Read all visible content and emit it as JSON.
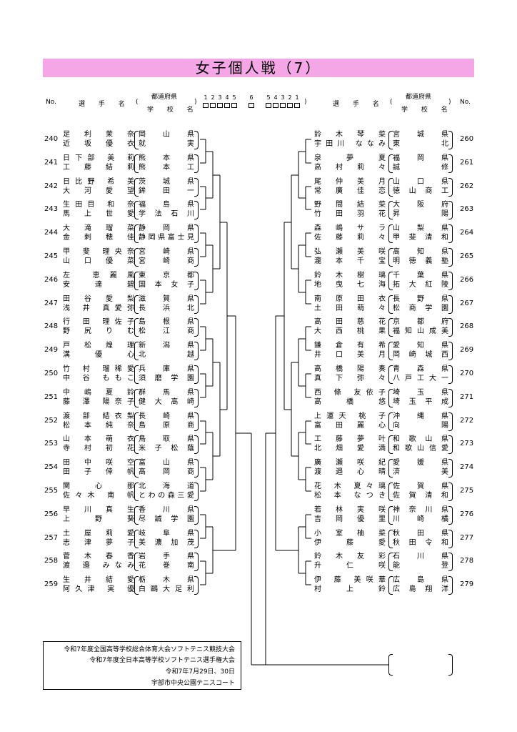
{
  "title": "女子個人戦（7）",
  "header": {
    "no_left": "No.",
    "no_right": "No.",
    "player_label": "選 手 名",
    "pref_label": "都道府県",
    "school_label": "学 校 名",
    "rounds_left": [
      "1",
      "2",
      "3",
      "4",
      "5",
      "6"
    ],
    "rounds_right": [
      "5",
      "4",
      "3",
      "2",
      "1"
    ]
  },
  "left": [
    {
      "no": "240",
      "p1": "足 利 茉 奈",
      "p2": "近 坂 優 衣",
      "s1": "岡 山 県",
      "s2": "就 実"
    },
    {
      "no": "241",
      "p1": "日下部 美 莉",
      "p2": "工 藤 結 莉",
      "s1": "熊 本 県",
      "s2": "熊 本 工"
    },
    {
      "no": "242",
      "p1": "日比野 希 美",
      "p2": "大 河 愛 望",
      "s1": "茨 城 県",
      "s2": "鉾 田 一"
    },
    {
      "no": "243",
      "p1": "生田目 和 奈",
      "p2": "馬 上 世 愛",
      "s1": "福 島 県",
      "s2": "学法石川"
    },
    {
      "no": "244",
      "p1": "大 滝 瑠 菜",
      "p2": "金 剌 穂 佳",
      "s1": "静 岡 県",
      "s2": "静岡県富士見"
    },
    {
      "no": "245",
      "p1": "甲 斐 理央奈",
      "p2": "山 口 優 菜",
      "s1": "宮 崎 県",
      "s2": "宮 崎 商"
    },
    {
      "no": "246",
      "p1": "左 恵麗風",
      "p2": "安 達 碧",
      "s1": "東 京 都",
      "s2": "国本女子"
    },
    {
      "no": "247",
      "p1": "田 谷 愛 梨",
      "p2": "浅 井 真愛弥",
      "s1": "滋 賀 県",
      "s2": "長 浜 北"
    },
    {
      "no": "248",
      "p1": "行 田 理佐子",
      "p2": "野 尻 り む",
      "s1": "島 根 県",
      "s2": "松 江 商"
    },
    {
      "no": "249",
      "p1": "戸 松 煌 理",
      "p2": "溝 優 心",
      "s1": "新 潟 県",
      "s2": "北 越"
    },
    {
      "no": "250",
      "p1": "竹 村 瑠稀愛",
      "p2": "中 谷 ももこ",
      "s1": "兵 庫 県",
      "s2": "須磨学園"
    },
    {
      "no": "251",
      "p1": "中 嶋 夏 鈴",
      "p2": "藤 澤 陽奈子",
      "s1": "群 馬 県",
      "s2": "健大高崎"
    },
    {
      "no": "252",
      "p1": "渡 部 結衣梨",
      "p2": "松 本 純 奈",
      "s1": "長 崎 県",
      "s2": "島 原 商"
    },
    {
      "no": "253",
      "p1": "山 本 萌 衣",
      "p2": "寺 村 初 花",
      "s1": "鳥 取 県",
      "s2": "米子松蔭"
    },
    {
      "no": "254",
      "p1": "田 中 咲 空",
      "p2": "田 子 倖 帆",
      "s1": "富 山 県",
      "s2": "高 岡 商"
    },
    {
      "no": "255",
      "p1": "関 心 那",
      "p2": "佐々木 南 帆",
      "s1": "北 海 道",
      "s2": "とわの森三愛"
    },
    {
      "no": "256",
      "p1": "早 川 真 生",
      "p2": "上 野 葵",
      "s1": "香 川 県",
      "s2": "尽誠学園"
    },
    {
      "no": "257",
      "p1": "土 屋 莉 愛",
      "p2": "志 津 夢 子",
      "s1": "岐 阜 県",
      "s2": "美濃加茂"
    },
    {
      "no": "258",
      "p1": "菅 木 春 香",
      "p2": "渡 邉 みなみ",
      "s1": "岩 手 県",
      "s2": "花 巻 南"
    },
    {
      "no": "259",
      "p1": "生 井 結 愛",
      "p2": "阿久津 実 優",
      "s1": "栃 木 県",
      "s2": "白鷗大足利"
    }
  ],
  "right": [
    {
      "no": "260",
      "p1": "鈴 木 琴 菜",
      "p2": "宇田川 ななみ",
      "s1": "宮 城 県",
      "s2": "東 北"
    },
    {
      "no": "261",
      "p1": "泉 夢 夏",
      "p2": "高 村 莉 々",
      "s1": "福 岡 県",
      "s2": "誠 修"
    },
    {
      "no": "262",
      "p1": "尾 仲 美 月",
      "p2": "常 廣 佳 恋",
      "s1": "山 口 県",
      "s2": "徳山商工"
    },
    {
      "no": "263",
      "p1": "野 間 結 菜",
      "p2": "竹 田 羽 花",
      "s1": "大 阪 府",
      "s2": "昇 陽"
    },
    {
      "no": "264",
      "p1": "森 嶋 サ ラ",
      "p2": "佐 藤 莉 々",
      "s1": "山 梨 県",
      "s2": "甲斐清和"
    },
    {
      "no": "265",
      "p1": "弘 瀬 美 咲",
      "p2": "瀧 本 千 宝",
      "s1": "高 知 県",
      "s2": "明徳義塾"
    },
    {
      "no": "266",
      "p1": "鈴 木 樹 璃",
      "p2": "地 曳 七 海",
      "s1": "千 葉 県",
      "s2": "拓大紅陵"
    },
    {
      "no": "267",
      "p1": "南 原 田 衣",
      "p2": "土 田 萌 々",
      "s1": "長 野 県",
      "s2": "松 商 学 園"
    },
    {
      "no": "268",
      "p1": "高 田 慈 花",
      "p2": "大 西 桃 果",
      "s1": "京 都 府",
      "s2": "福知山成美"
    },
    {
      "no": "269",
      "p1": "鎌 倉 有 希",
      "p2": "井 口 美 月",
      "s1": "愛 知 県",
      "s2": "岡崎城西"
    },
    {
      "no": "270",
      "p1": "高 橋 陽 奏",
      "p2": "真 下 弥 々",
      "s1": "青 森 県",
      "s2": "八戸工大一"
    },
    {
      "no": "271",
      "p1": "西 條 友依子",
      "p2": "高 橋 悠",
      "s1": "埼 玉 県",
      "s2": "埼 玉 平 成"
    },
    {
      "no": "272",
      "p1": "上運天 桃 子",
      "p2": "富 田 麗 心",
      "s1": "沖 縄 県",
      "s2": "向 陽"
    },
    {
      "no": "273",
      "p1": "工 藤 夢 叶",
      "p2": "北 畑 愛 満",
      "s1": "和 歌 山 県",
      "s2": "和歌山信愛"
    },
    {
      "no": "274",
      "p1": "廣 瀬 咲 紀",
      "p2": "渡 邉 心 晴",
      "s1": "愛 媛 県",
      "s2": "済 美"
    },
    {
      "no": "275",
      "p1": "花 木 夏々璃",
      "p2": "松 本 なつき",
      "s1": "佐 賀 県",
      "s2": "佐 賀 清 和"
    },
    {
      "no": "276",
      "p1": "若 林 実 咲",
      "p2": "吉 岡 優 里",
      "s1": "神 奈 川 県",
      "s2": "川 崎 橘"
    },
    {
      "no": "277",
      "p1": "小 室 柚 菜",
      "p2": "伊 藤 愛",
      "s1": "秋 田 県",
      "s2": "秋 田 令 和"
    },
    {
      "no": "278",
      "p1": "鈴 木 友 彩",
      "p2": "升 仁 咲",
      "s1": "石 川 県",
      "s2": "能 登"
    },
    {
      "no": "279",
      "p1": "伊 藤 美咲華",
      "p2": "村 上 鈴",
      "s1": "広 島 県",
      "s2": "広島翔洋"
    }
  ],
  "footer": {
    "line1": "令和7年度全国高等学校総合体育大会ソフトテニス競技大会",
    "line2": "令和7年度全日本高等学校ソフトテニス選手権大会",
    "line3": "令和7年7月29日、30日",
    "line4": "宇部市中央公園テニスコート"
  }
}
